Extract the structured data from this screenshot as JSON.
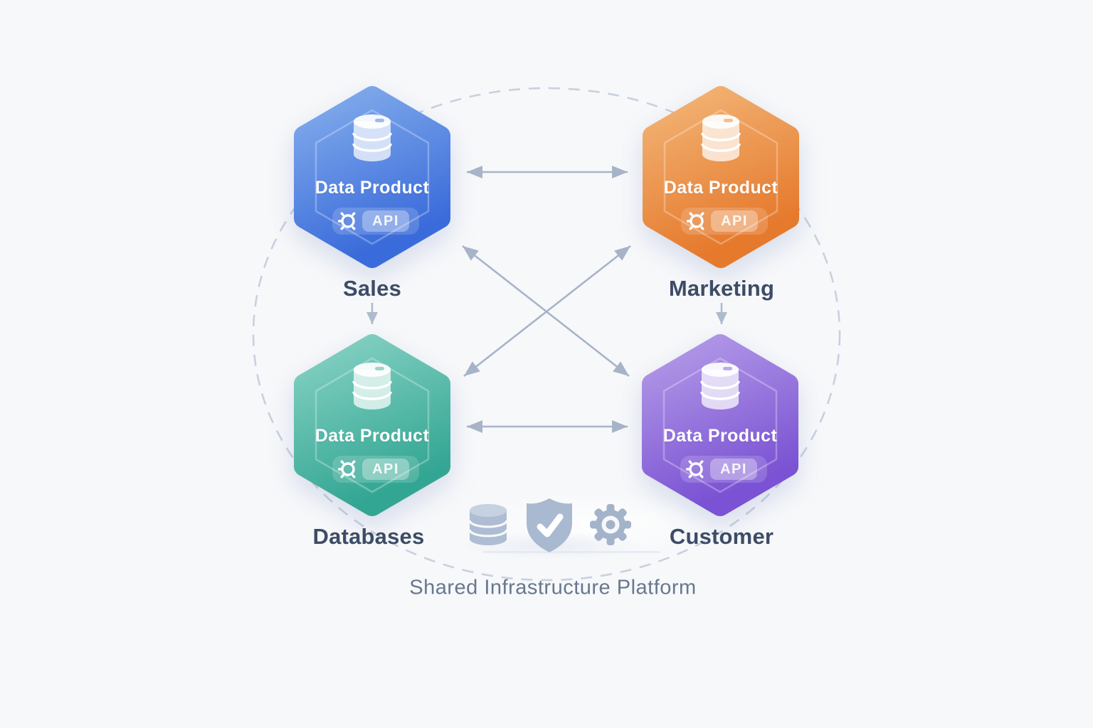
{
  "diagram": {
    "platform_label": "Shared Infrastructure Platform",
    "nodes": [
      {
        "id": "sales",
        "label": "Sales",
        "title": "Data Product",
        "badge": "API",
        "icon": "database-icon",
        "color_top": "#84adec",
        "color_bottom": "#3a6bda"
      },
      {
        "id": "marketing",
        "label": "Marketing",
        "title": "Data Product",
        "badge": "API",
        "icon": "database-icon",
        "color_top": "#f3b577",
        "color_bottom": "#e5792c"
      },
      {
        "id": "databases",
        "label": "Databases",
        "title": "Data Product",
        "badge": "API",
        "icon": "database-icon",
        "color_top": "#87d2c4",
        "color_bottom": "#33a693"
      },
      {
        "id": "customer",
        "label": "Customer",
        "title": "Data Product",
        "badge": "API",
        "icon": "database-icon",
        "color_top": "#b49ce8",
        "color_bottom": "#7a52d3"
      }
    ],
    "connections": [
      {
        "from": "Sales",
        "to": "Marketing",
        "style": "bidirectional-arrow"
      },
      {
        "from": "Databases",
        "to": "Customer",
        "style": "bidirectional-arrow"
      },
      {
        "from": "Sales",
        "to": "Customer",
        "style": "bidirectional-arrow"
      },
      {
        "from": "Marketing",
        "to": "Databases",
        "style": "bidirectional-arrow"
      },
      {
        "from": "Sales",
        "to": "Databases",
        "style": "down-arrow"
      },
      {
        "from": "Marketing",
        "to": "Customer",
        "style": "down-arrow"
      }
    ],
    "platform_icons": [
      "database-icon",
      "shield-check-icon",
      "gear-icon"
    ],
    "colors": {
      "arrow": "#a7b4c8",
      "vertical_arrow": "#aebbcd",
      "dashed_circle": "#c7d1df",
      "node_label": "#3d4c66",
      "platform_label": "#68778f",
      "background": "#f7f8fa"
    }
  }
}
